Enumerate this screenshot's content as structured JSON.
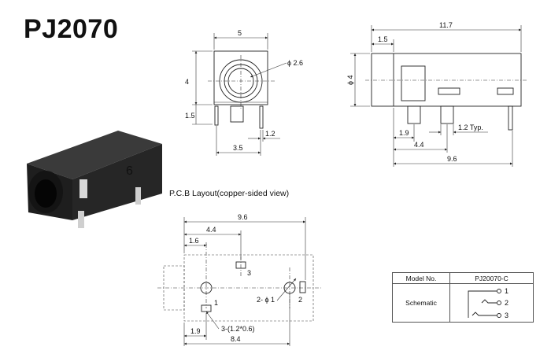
{
  "title": "PJ2070",
  "pcb_caption": "P.C.B Layout(copper-sided view)",
  "front_view": {
    "dim_width": "5",
    "dim_height": "4",
    "dim_diameter": "ϕ 2.6",
    "dim_pin_height": "1.5",
    "dim_pin_spacing": "3.5",
    "dim_pin_width": "1.2"
  },
  "side_view": {
    "dim_length": "11.7",
    "dim_front": "1.5",
    "dim_diameter": "ϕ 4",
    "dim_pin1": "1.9",
    "dim_pin_width": "1.2 Typ.",
    "dim_pin2": "4.4",
    "dim_pin3": "9.6"
  },
  "pcb": {
    "dim_overall": "9.6",
    "dim_pad3": "4.4",
    "dim_hole1": "1.6",
    "dim_pin1": "1.9",
    "dim_total": "8.4",
    "hole_note": "2- ϕ 1",
    "slot_note": "3-(1.2*0.6)",
    "pad_label_1": "1",
    "pad_label_2": "2",
    "pad_label_3": "3"
  },
  "photo": {
    "body_marking": "6"
  },
  "spec_table": {
    "header_model": "Model No.",
    "model_value": "PJ20070-C",
    "row_label": "Schematic",
    "pin_1": "1",
    "pin_2": "2",
    "pin_3": "3"
  }
}
